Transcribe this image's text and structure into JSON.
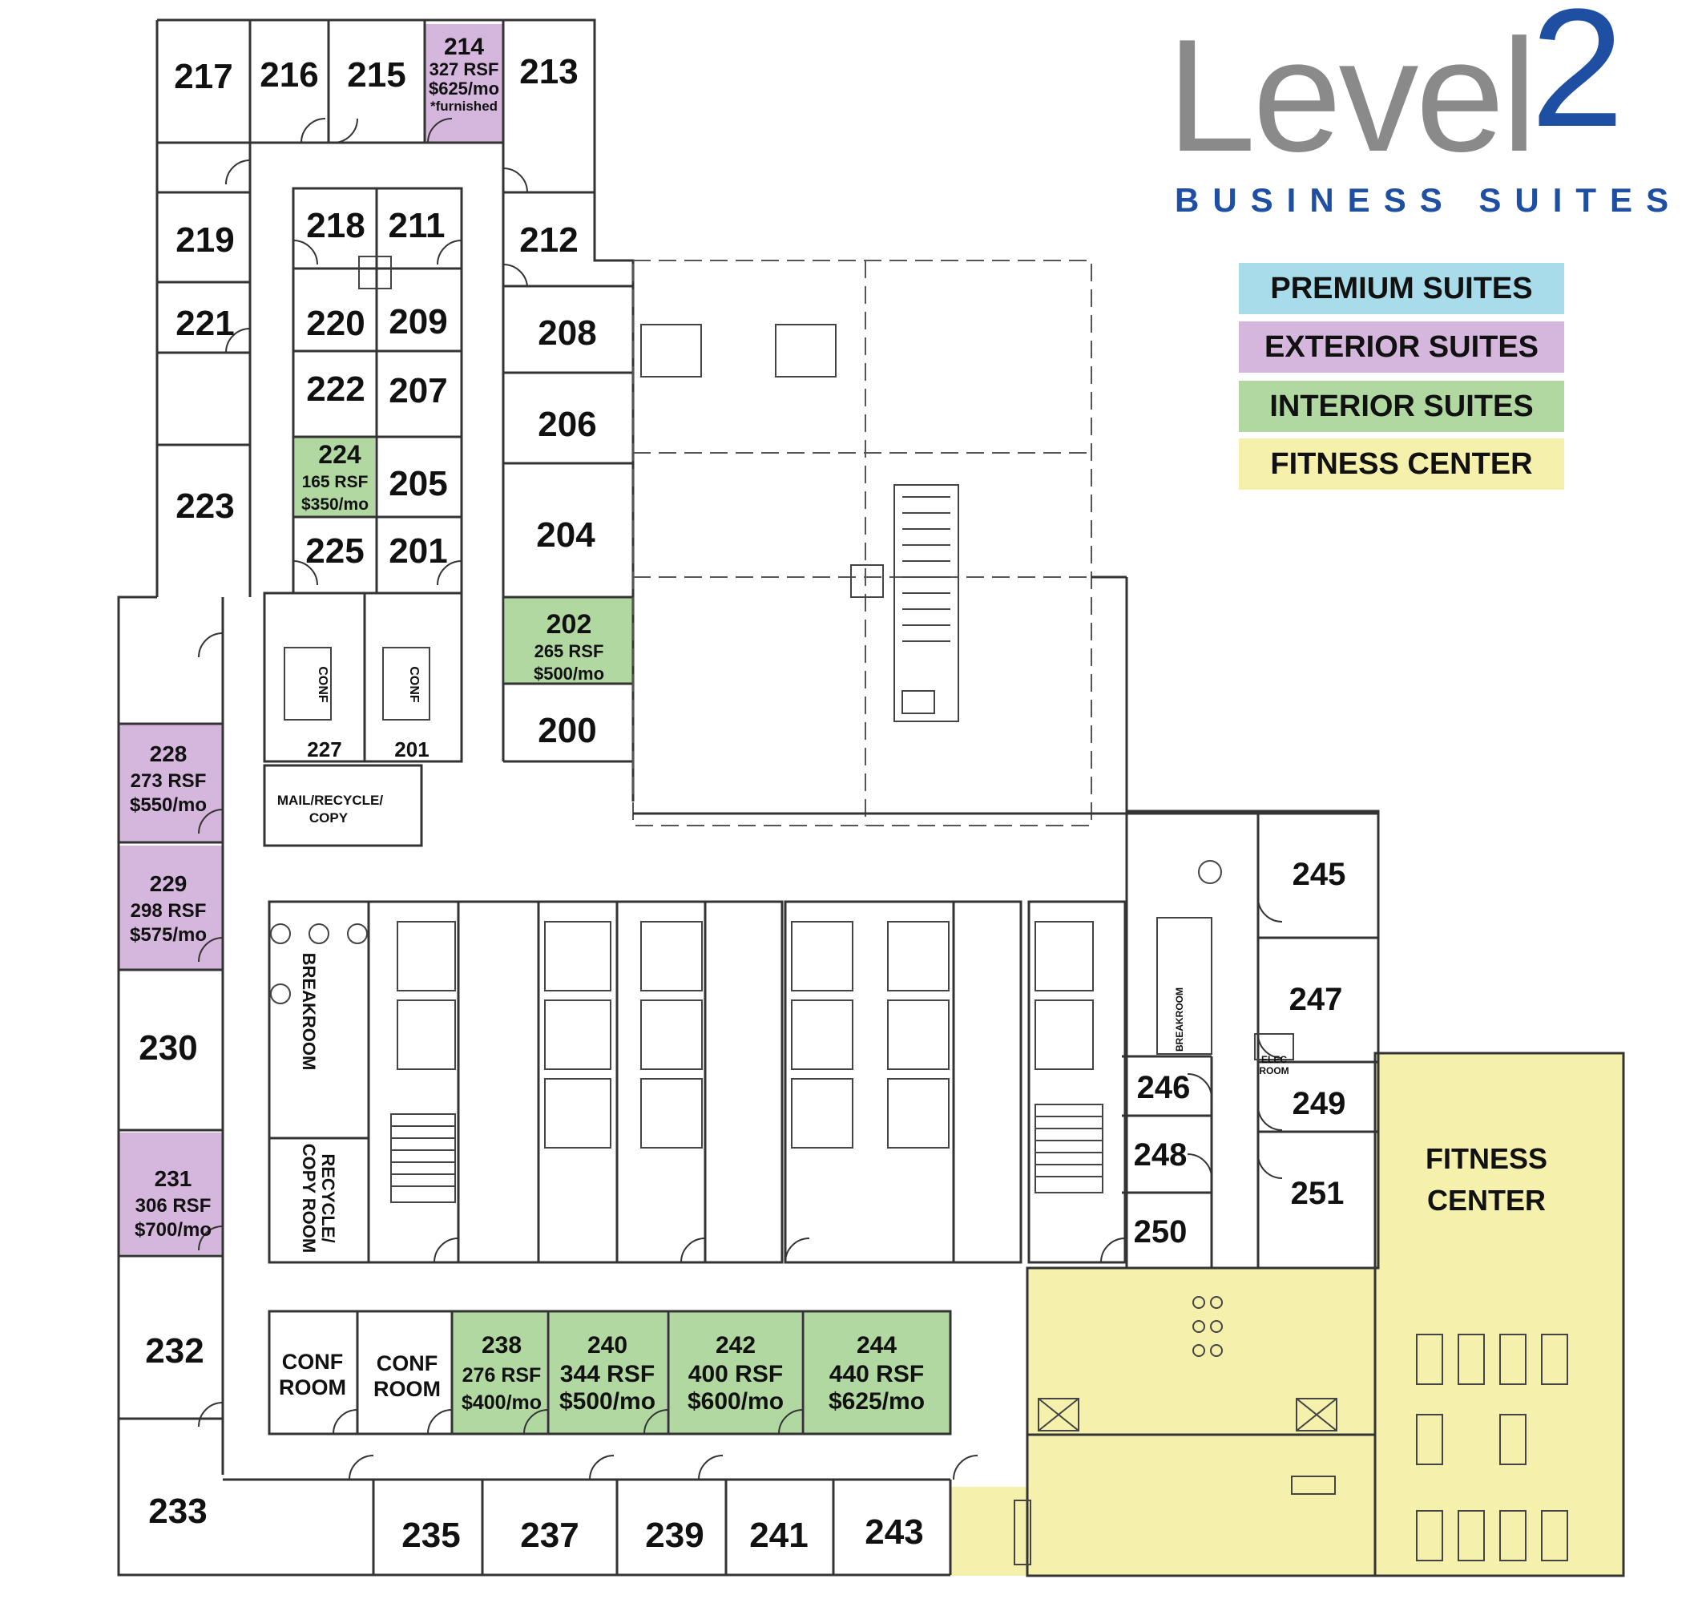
{
  "logo": {
    "word": "Level",
    "number": "2",
    "subtitle": "BUSINESS SUITES"
  },
  "legend": [
    {
      "label": "PREMIUM  SUITES",
      "color": "#a9dcea"
    },
    {
      "label": "EXTERIOR SUITES",
      "color": "#d5b6dc"
    },
    {
      "label": "INTERIOR  SUITES",
      "color": "#b2d8a2"
    },
    {
      "label": "FITNESS CENTER",
      "color": "#f5f1ad"
    }
  ],
  "colors": {
    "exterior": "#d5b6dc",
    "interior": "#b2d8a2",
    "fitness": "#f5f1ad"
  },
  "rooms": [
    {
      "num": "217"
    },
    {
      "num": "216"
    },
    {
      "num": "215"
    },
    {
      "num": "214",
      "rsf": "327 RSF",
      "price": "$625/mo",
      "note": "*furnished",
      "type": "exterior"
    },
    {
      "num": "213"
    },
    {
      "num": "219"
    },
    {
      "num": "212"
    },
    {
      "num": "218"
    },
    {
      "num": "211"
    },
    {
      "num": "221"
    },
    {
      "num": "220"
    },
    {
      "num": "209"
    },
    {
      "num": "208"
    },
    {
      "num": "222"
    },
    {
      "num": "207"
    },
    {
      "num": "206"
    },
    {
      "num": "223"
    },
    {
      "num": "224",
      "rsf": "165 RSF",
      "price": "$350/mo",
      "type": "interior"
    },
    {
      "num": "205"
    },
    {
      "num": "204"
    },
    {
      "num": "225"
    },
    {
      "num": "201"
    },
    {
      "num": "202",
      "rsf": "265 RSF",
      "price": "$500/mo",
      "type": "interior"
    },
    {
      "num": "200"
    },
    {
      "num": "228",
      "rsf": "273 RSF",
      "price": "$550/mo",
      "type": "exterior"
    },
    {
      "num": "229",
      "rsf": "298 RSF",
      "price": "$575/mo",
      "type": "exterior"
    },
    {
      "num": "230"
    },
    {
      "num": "231",
      "rsf": "306 RSF",
      "price": "$700/mo",
      "type": "exterior"
    },
    {
      "num": "232"
    },
    {
      "num": "233"
    },
    {
      "num": "235"
    },
    {
      "num": "237"
    },
    {
      "num": "239"
    },
    {
      "num": "241"
    },
    {
      "num": "243"
    },
    {
      "num": "238",
      "rsf": "276 RSF",
      "price": "$400/mo",
      "type": "interior"
    },
    {
      "num": "240",
      "rsf": "344 RSF",
      "price": "$500/mo",
      "type": "interior"
    },
    {
      "num": "242",
      "rsf": "400 RSF",
      "price": "$600/mo",
      "type": "interior"
    },
    {
      "num": "244",
      "rsf": "440 RSF",
      "price": "$625/mo",
      "type": "interior"
    },
    {
      "num": "245"
    },
    {
      "num": "247"
    },
    {
      "num": "246"
    },
    {
      "num": "249"
    },
    {
      "num": "248"
    },
    {
      "num": "251"
    },
    {
      "num": "250"
    }
  ],
  "labels": {
    "conf_a": "227",
    "conf_b": "201",
    "conf": "CONF",
    "mail": "MAIL/RECYCLE/",
    "copy": "COPY",
    "breakroom": "BREAKROOM",
    "recycle_copy_1": "RECYCLE/",
    "recycle_copy_2": "COPY ROOM",
    "conf_room_1": "CONF",
    "conf_room_2": "ROOM",
    "breakroom_small": "BREAKROOM",
    "elec_1": "ELEC",
    "elec_2": "ROOM",
    "fitness_1": "FITNESS",
    "fitness_2": "CENTER"
  }
}
